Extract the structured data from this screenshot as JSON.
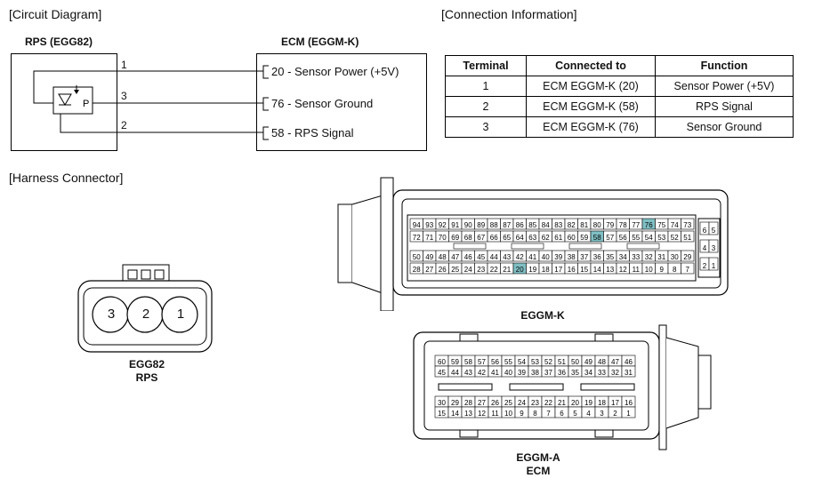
{
  "sections": {
    "circuit": "[Circuit Diagram]",
    "connection": "[Connection Information]",
    "harness": "[Harness Connector]"
  },
  "circuit": {
    "rps_label": "RPS (EGG82)",
    "ecm_label": "ECM (EGGM-K)",
    "rps_symbol_letter": "P",
    "pins": [
      "1",
      "3",
      "2"
    ],
    "ecm_lines": [
      "20 - Sensor Power (+5V)",
      "76 - Sensor Ground",
      "58 - RPS Signal"
    ]
  },
  "table": {
    "headers": [
      "Terminal",
      "Connected to",
      "Function"
    ],
    "rows": [
      [
        "1",
        "ECM EGGM-K (20)",
        "Sensor Power (+5V)"
      ],
      [
        "2",
        "ECM EGGM-K (58)",
        "RPS Signal"
      ],
      [
        "3",
        "ECM EGGM-K (76)",
        "Sensor Ground"
      ]
    ]
  },
  "rps_connector": {
    "pins": [
      "3",
      "2",
      "1"
    ],
    "caption1": "EGG82",
    "caption2": "RPS"
  },
  "eggm_k": {
    "caption": "EGGM-K",
    "rows": [
      [
        "94",
        "93",
        "92",
        "91",
        "90",
        "89",
        "88",
        "87",
        "86",
        "85",
        "84",
        "83",
        "82",
        "81",
        "80",
        "79",
        "78",
        "77",
        "76",
        "75",
        "74",
        "73"
      ],
      [
        "72",
        "71",
        "70",
        "69",
        "68",
        "67",
        "66",
        "65",
        "64",
        "63",
        "62",
        "61",
        "60",
        "59",
        "58",
        "57",
        "56",
        "55",
        "54",
        "53",
        "52",
        "51"
      ],
      [
        "50",
        "49",
        "48",
        "47",
        "46",
        "45",
        "44",
        "43",
        "42",
        "41",
        "40",
        "39",
        "38",
        "37",
        "36",
        "35",
        "34",
        "33",
        "32",
        "31",
        "30",
        "29"
      ],
      [
        "28",
        "27",
        "26",
        "25",
        "24",
        "23",
        "22",
        "21",
        "20",
        "19",
        "18",
        "17",
        "16",
        "15",
        "14",
        "13",
        "12",
        "11",
        "10",
        "9",
        "8",
        "7"
      ]
    ],
    "highlight": [
      "76",
      "58",
      "20"
    ],
    "side_rows": [
      [
        "6",
        "5"
      ],
      [
        "4",
        "3"
      ],
      [
        "2",
        "1"
      ]
    ],
    "highlight_color": "#7fbfc4"
  },
  "eggm_a": {
    "caption1": "EGGM-A",
    "caption2": "ECM",
    "rows": [
      [
        "60",
        "59",
        "58",
        "57",
        "56",
        "55",
        "54",
        "53",
        "52",
        "51",
        "50",
        "49",
        "48",
        "47",
        "46"
      ],
      [
        "45",
        "44",
        "43",
        "42",
        "41",
        "40",
        "39",
        "38",
        "37",
        "36",
        "35",
        "34",
        "33",
        "32",
        "31"
      ],
      [
        "30",
        "29",
        "28",
        "27",
        "26",
        "25",
        "24",
        "23",
        "22",
        "21",
        "20",
        "19",
        "18",
        "17",
        "16"
      ],
      [
        "15",
        "14",
        "13",
        "12",
        "11",
        "10",
        "9",
        "8",
        "7",
        "6",
        "5",
        "4",
        "3",
        "2",
        "1"
      ]
    ]
  }
}
